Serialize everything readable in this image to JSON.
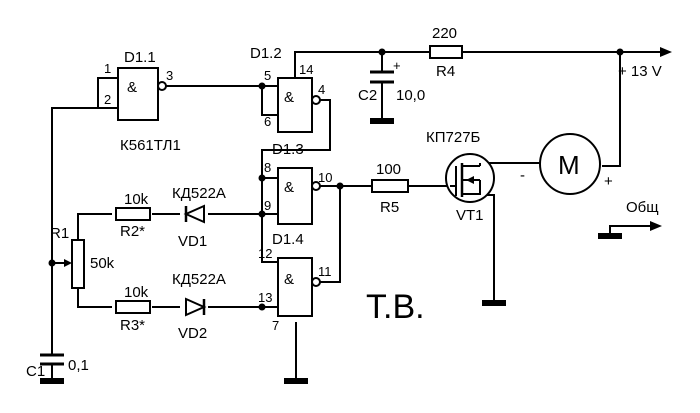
{
  "chips": {
    "d11": {
      "name": "D1.1",
      "symbol": "&",
      "pins": [
        "1",
        "2",
        "3"
      ],
      "type": "К561ТЛ1"
    },
    "d12": {
      "name": "D1.2",
      "symbol": "&",
      "pins": [
        "5",
        "6",
        "14",
        "4"
      ]
    },
    "d13": {
      "name": "D1.3",
      "symbol": "&",
      "pins": [
        "8",
        "9",
        "10"
      ]
    },
    "d14": {
      "name": "D1.4",
      "symbol": "&",
      "pins": [
        "12",
        "13",
        "11",
        "7"
      ]
    }
  },
  "components": {
    "r4": {
      "name": "R4",
      "value": "220"
    },
    "c2": {
      "name": "C2",
      "value": "10,0",
      "polarity": "+"
    },
    "r5": {
      "name": "R5",
      "value": "100"
    },
    "vt1": {
      "name": "VT1",
      "type": "КП727Б"
    },
    "motor": {
      "symbol": "M",
      "minus": "-",
      "plus": "+"
    },
    "r1": {
      "name": "R1",
      "value": "50k"
    },
    "r2": {
      "name": "R2*",
      "value": "10k"
    },
    "r3": {
      "name": "R3*",
      "value": "10k"
    },
    "vd1": {
      "name": "VD1",
      "type": "КД522А"
    },
    "vd2": {
      "name": "VD2",
      "type": "КД522А"
    },
    "c1": {
      "name": "C1",
      "value": "0,1"
    }
  },
  "supply": {
    "label": "+ 13 V"
  },
  "ground": {
    "label": "Общ"
  },
  "signature": "Т.В.",
  "colors": {
    "signature": "#e3261f",
    "ink": "#000000"
  }
}
